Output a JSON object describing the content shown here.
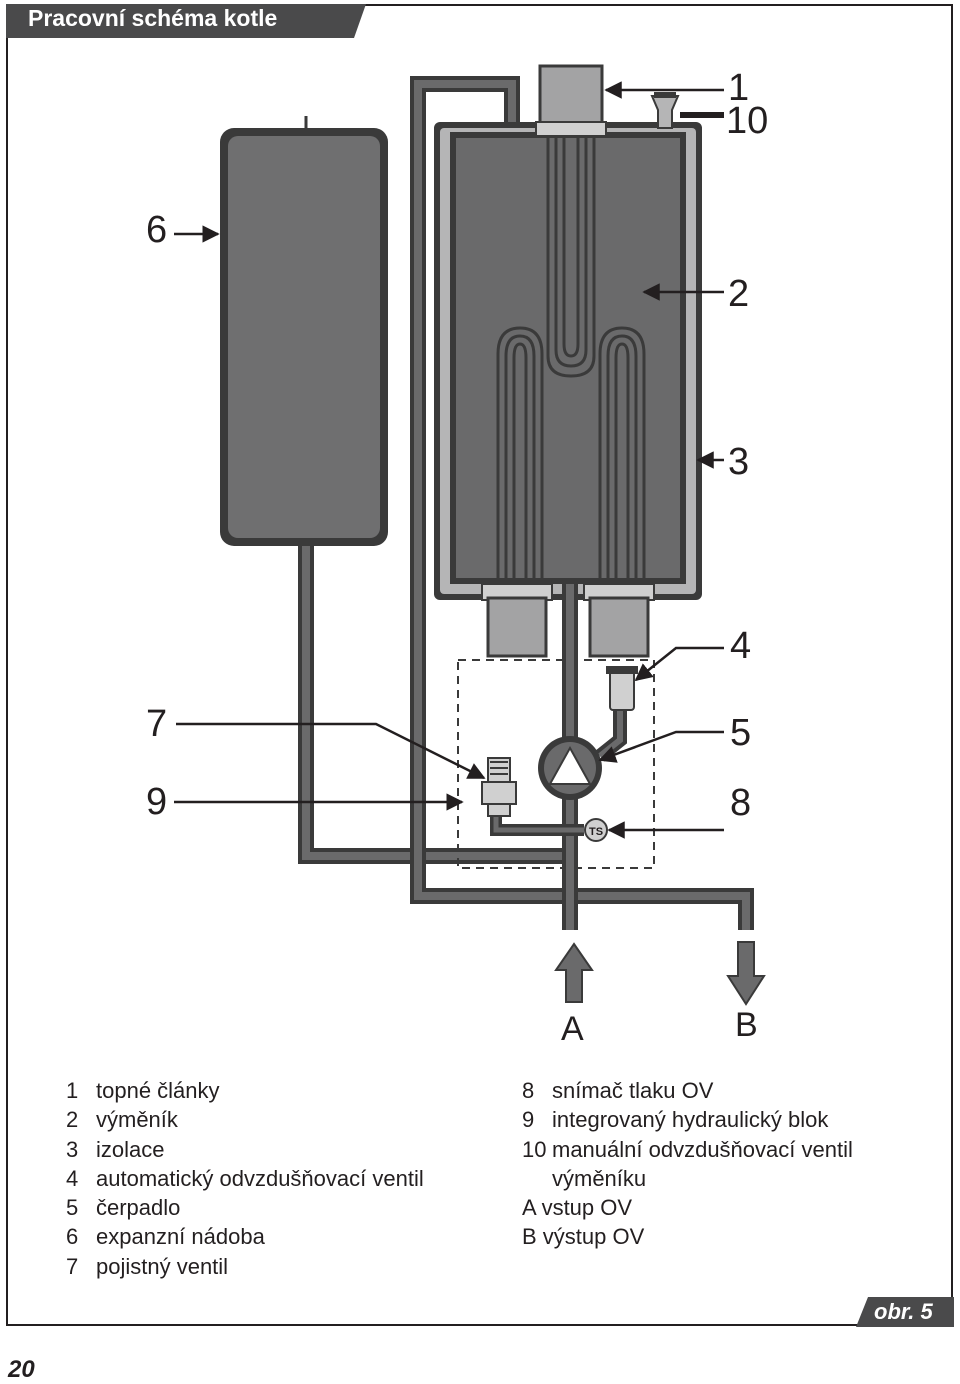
{
  "title": "Pracovní schéma kotle",
  "callouts": [
    "1",
    "10",
    "6",
    "2",
    "3",
    "4",
    "7",
    "5",
    "9",
    "8"
  ],
  "ts_label": "TS",
  "flow": {
    "a": "A",
    "b": "B"
  },
  "legend_left": [
    {
      "num": "1",
      "text": "topné články"
    },
    {
      "num": "2",
      "text": "výměník"
    },
    {
      "num": "3",
      "text": "izolace"
    },
    {
      "num": "4",
      "text": "automatický odvzdušňovací ventil"
    },
    {
      "num": "5",
      "text": "čerpadlo"
    },
    {
      "num": "6",
      "text": "expanzní nádoba"
    },
    {
      "num": "7",
      "text": "pojistný ventil"
    }
  ],
  "legend_right": [
    {
      "num": "8",
      "text": "snímač tlaku OV"
    },
    {
      "num": "9",
      "text": "integrovaný hydraulický blok"
    },
    {
      "num": "10",
      "text": "manuální odvzdušňovací ventil"
    },
    {
      "num": "",
      "text": "výměníku"
    },
    {
      "num": "",
      "text": "A vstup OV"
    },
    {
      "num": "",
      "text": "B výstup OV"
    }
  ],
  "figure_label": "obr. 5",
  "page_number": "20",
  "colors": {
    "tank_fill": "#6f6f70",
    "exchanger_fill": "#6a6a6b",
    "insulation": "#b5b5b6",
    "pipe": "#5e5e5f",
    "dark": "#3a3a3a",
    "header_bar": "#4a4a4b",
    "element_light": "#a3a3a4"
  }
}
